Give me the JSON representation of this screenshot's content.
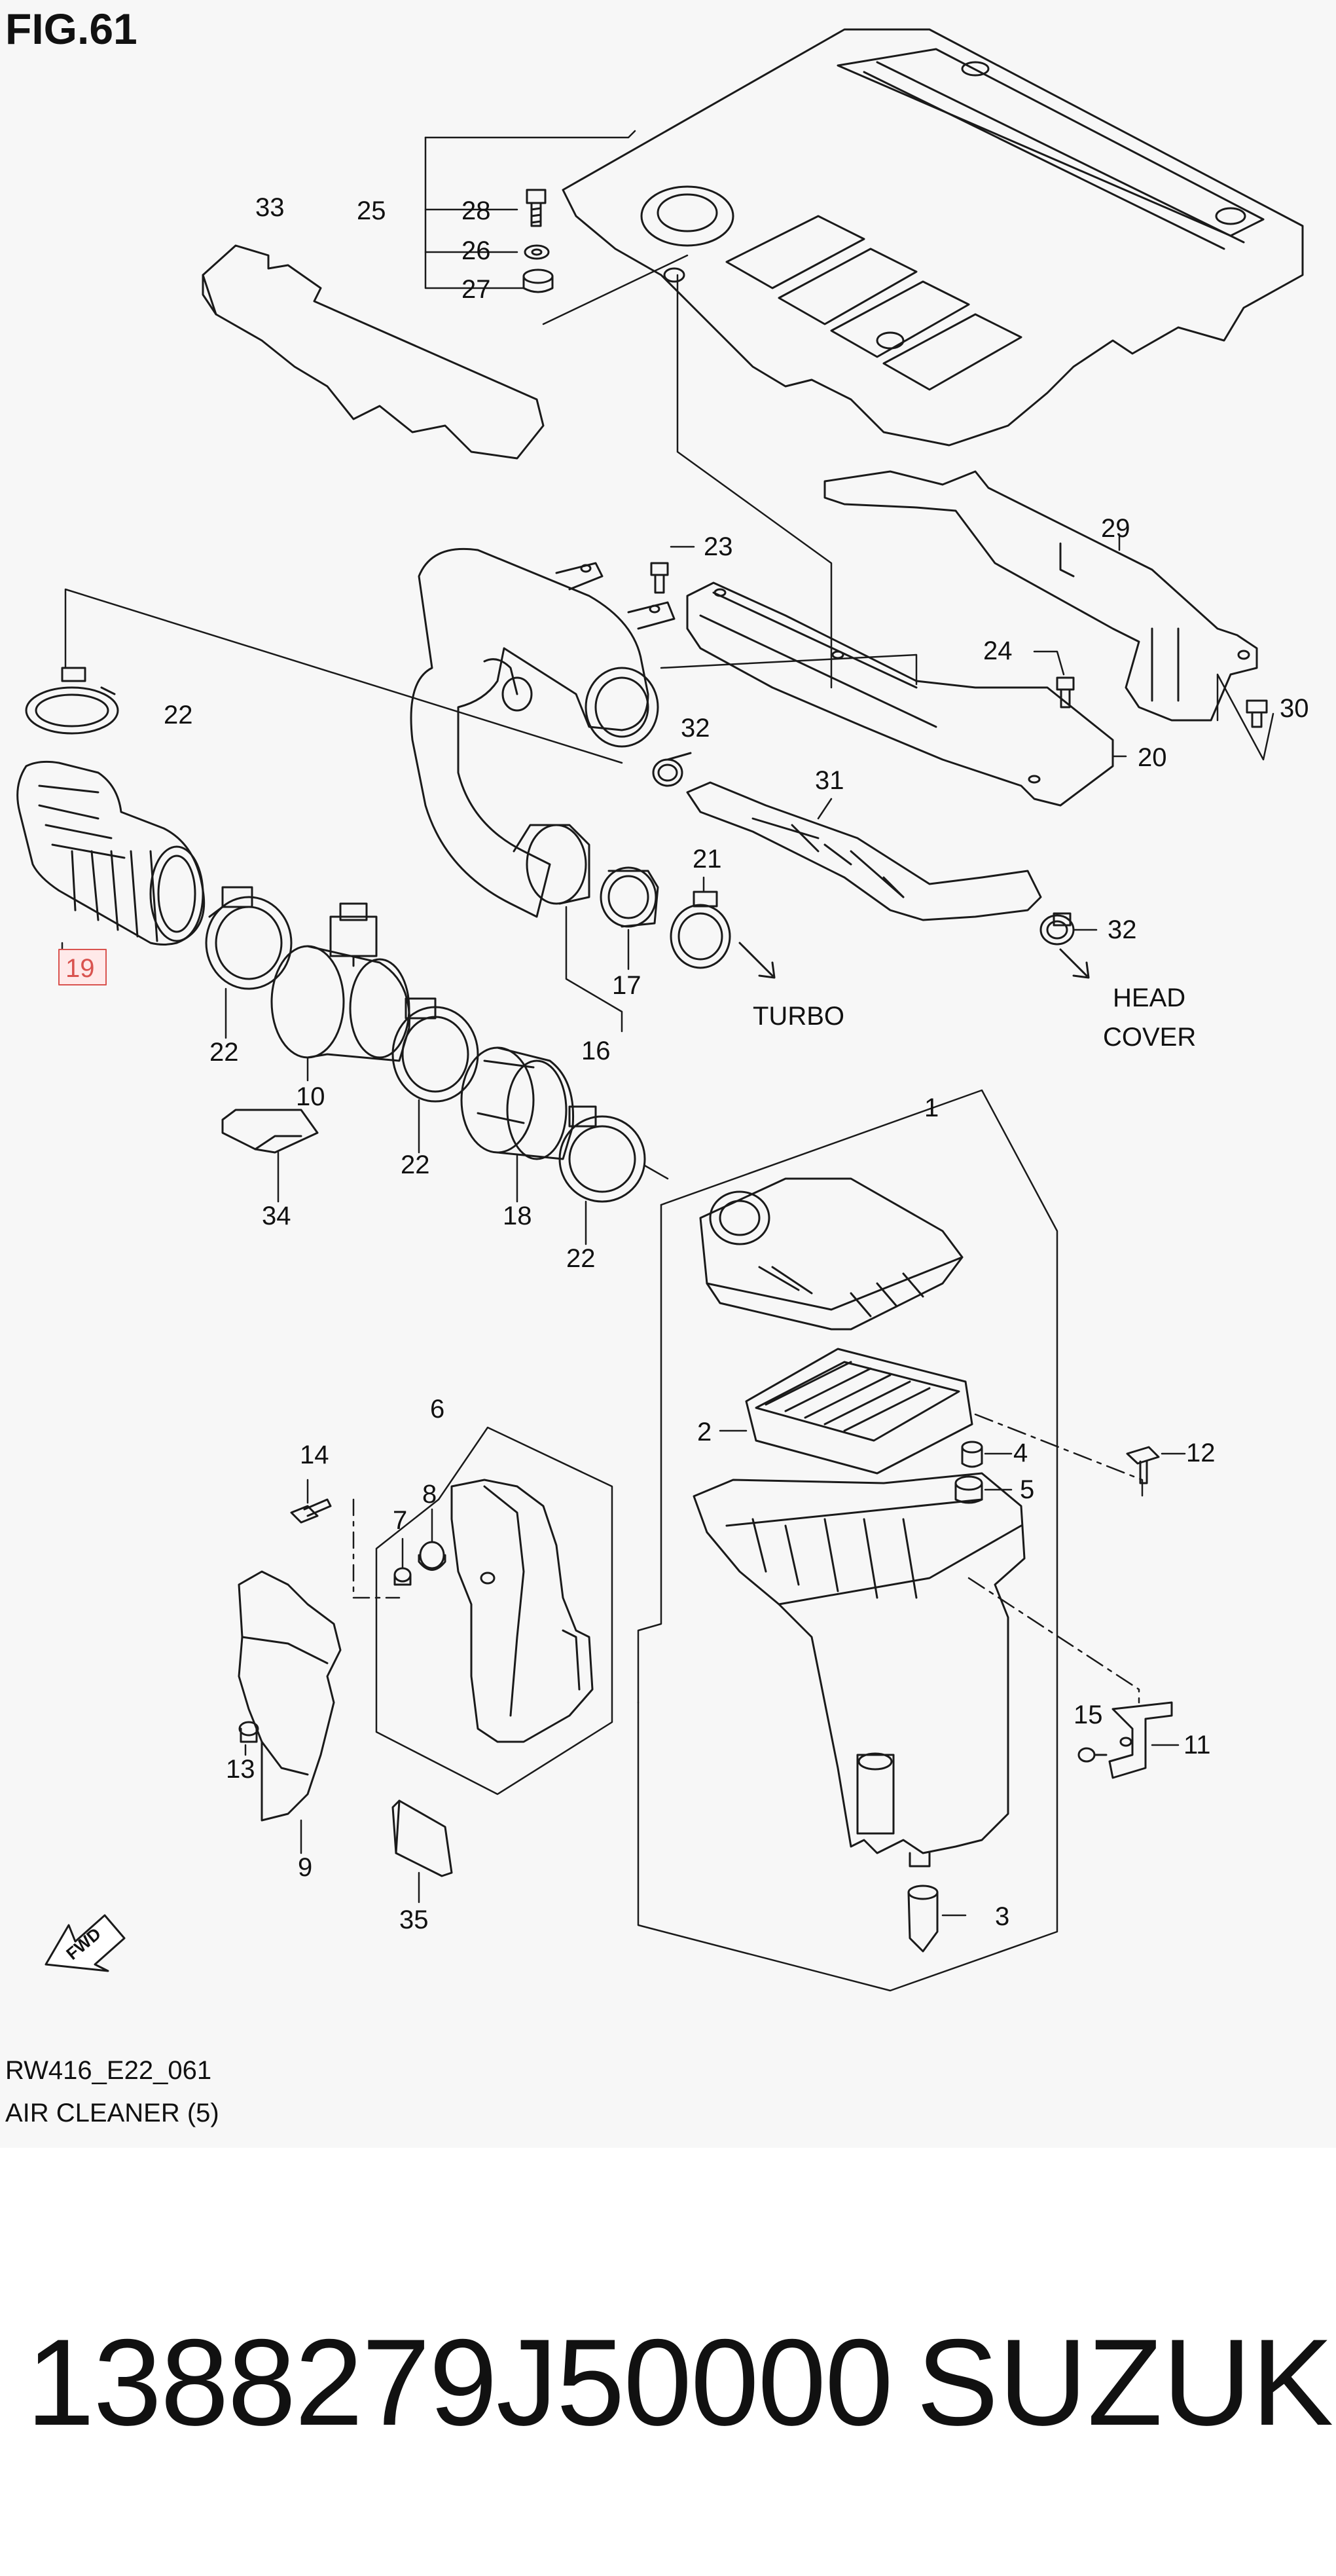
{
  "figure": {
    "title": "FIG.61",
    "code": "RW416_E22_061",
    "caption": "AIR CLEANER (5)"
  },
  "callouts": [
    {
      "id": "1",
      "label": "1"
    },
    {
      "id": "2",
      "label": "2"
    },
    {
      "id": "3",
      "label": "3"
    },
    {
      "id": "4",
      "label": "4"
    },
    {
      "id": "5",
      "label": "5"
    },
    {
      "id": "6",
      "label": "6"
    },
    {
      "id": "7",
      "label": "7"
    },
    {
      "id": "8",
      "label": "8"
    },
    {
      "id": "9",
      "label": "9"
    },
    {
      "id": "10",
      "label": "10"
    },
    {
      "id": "11",
      "label": "11"
    },
    {
      "id": "12",
      "label": "12"
    },
    {
      "id": "13",
      "label": "13"
    },
    {
      "id": "14",
      "label": "14"
    },
    {
      "id": "15",
      "label": "15"
    },
    {
      "id": "16",
      "label": "16"
    },
    {
      "id": "17",
      "label": "17"
    },
    {
      "id": "18",
      "label": "18"
    },
    {
      "id": "19",
      "label": "19",
      "highlighted": true
    },
    {
      "id": "20",
      "label": "20"
    },
    {
      "id": "21",
      "label": "21"
    },
    {
      "id": "22a",
      "label": "22"
    },
    {
      "id": "22b",
      "label": "22"
    },
    {
      "id": "22c",
      "label": "22"
    },
    {
      "id": "22d",
      "label": "22"
    },
    {
      "id": "23",
      "label": "23"
    },
    {
      "id": "24",
      "label": "24"
    },
    {
      "id": "25",
      "label": "25"
    },
    {
      "id": "26",
      "label": "26"
    },
    {
      "id": "27",
      "label": "27"
    },
    {
      "id": "28",
      "label": "28"
    },
    {
      "id": "29",
      "label": "29"
    },
    {
      "id": "30",
      "label": "30"
    },
    {
      "id": "31",
      "label": "31"
    },
    {
      "id": "32a",
      "label": "32"
    },
    {
      "id": "32b",
      "label": "32"
    },
    {
      "id": "33",
      "label": "33"
    },
    {
      "id": "34",
      "label": "34"
    },
    {
      "id": "35",
      "label": "35"
    }
  ],
  "annotations": {
    "turbo": "TURBO",
    "head": "HEAD",
    "cover": "COVER",
    "fwd": "FWD"
  },
  "footer": {
    "part_number": "1388279J50000",
    "brand": "SUZUKI"
  },
  "colors": {
    "line": "#1a1a1a",
    "highlight": "#d9534f",
    "background": "#f7f7f7"
  }
}
